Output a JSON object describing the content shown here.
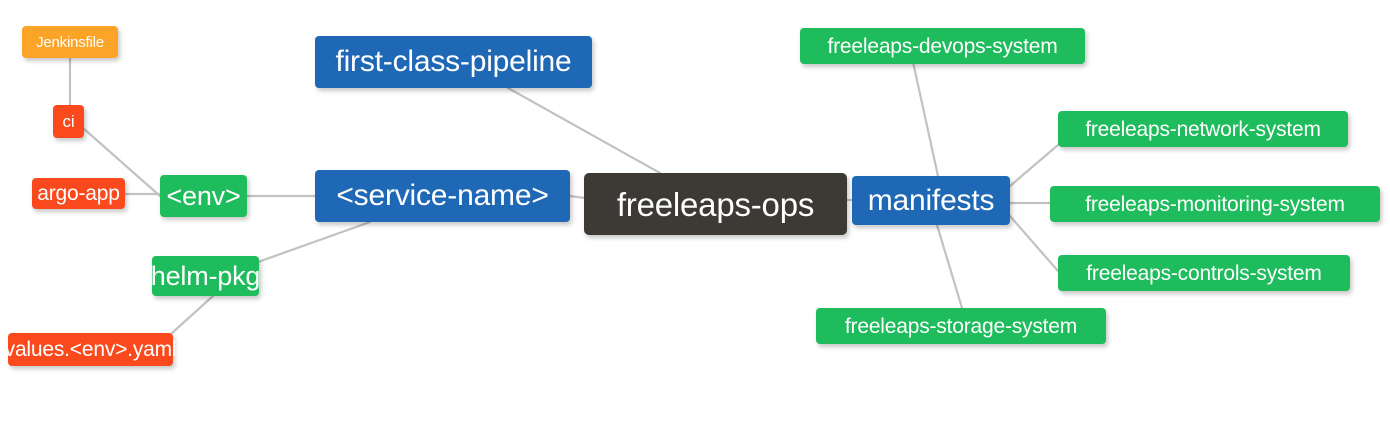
{
  "diagram": {
    "type": "mindmap",
    "title": "freeleaps-ops",
    "background": "#ffffff",
    "palette": {
      "root_dark": "#3d3a36",
      "blue": "#1f68b5",
      "green": "#1ebc5c",
      "orange": "#fba428",
      "red": "#f9491d",
      "edge": "#c2c2c2",
      "text": "#ffffff"
    },
    "nodes": [
      {
        "id": "jenkinsfile",
        "label": "Jenkinsfile",
        "color": "orange"
      },
      {
        "id": "ci",
        "label": "ci",
        "color": "red"
      },
      {
        "id": "argo-app",
        "label": "argo-app",
        "color": "red"
      },
      {
        "id": "env",
        "label": "<env>",
        "color": "green"
      },
      {
        "id": "values-env-yaml",
        "label": "values.<env>.yaml",
        "color": "red"
      },
      {
        "id": "helm-pkg",
        "label": "helm-pkg",
        "color": "green"
      },
      {
        "id": "first-class-pipeline",
        "label": "first-class-pipeline",
        "color": "blue"
      },
      {
        "id": "service-name",
        "label": "<service-name>",
        "color": "blue"
      },
      {
        "id": "freeleaps-ops",
        "label": "freeleaps-ops",
        "color": "root_dark"
      },
      {
        "id": "manifests",
        "label": "manifests",
        "color": "blue"
      },
      {
        "id": "freeleaps-devops-system",
        "label": "freeleaps-devops-system",
        "color": "green"
      },
      {
        "id": "freeleaps-network-system",
        "label": "freeleaps-network-system",
        "color": "green"
      },
      {
        "id": "freeleaps-monitoring-system",
        "label": "freeleaps-monitoring-system",
        "color": "green"
      },
      {
        "id": "freeleaps-controls-system",
        "label": "freeleaps-controls-system",
        "color": "green"
      },
      {
        "id": "freeleaps-storage-system",
        "label": "freeleaps-storage-system",
        "color": "green"
      }
    ],
    "edges": [
      {
        "from": "jenkinsfile",
        "to": "ci"
      },
      {
        "from": "ci",
        "to": "env"
      },
      {
        "from": "argo-app",
        "to": "env"
      },
      {
        "from": "env",
        "to": "service-name"
      },
      {
        "from": "values-env-yaml",
        "to": "helm-pkg"
      },
      {
        "from": "helm-pkg",
        "to": "service-name"
      },
      {
        "from": "first-class-pipeline",
        "to": "freeleaps-ops"
      },
      {
        "from": "service-name",
        "to": "freeleaps-ops"
      },
      {
        "from": "freeleaps-ops",
        "to": "manifests"
      },
      {
        "from": "manifests",
        "to": "freeleaps-devops-system"
      },
      {
        "from": "manifests",
        "to": "freeleaps-network-system"
      },
      {
        "from": "manifests",
        "to": "freeleaps-monitoring-system"
      },
      {
        "from": "manifests",
        "to": "freeleaps-controls-system"
      },
      {
        "from": "manifests",
        "to": "freeleaps-storage-system"
      }
    ]
  }
}
